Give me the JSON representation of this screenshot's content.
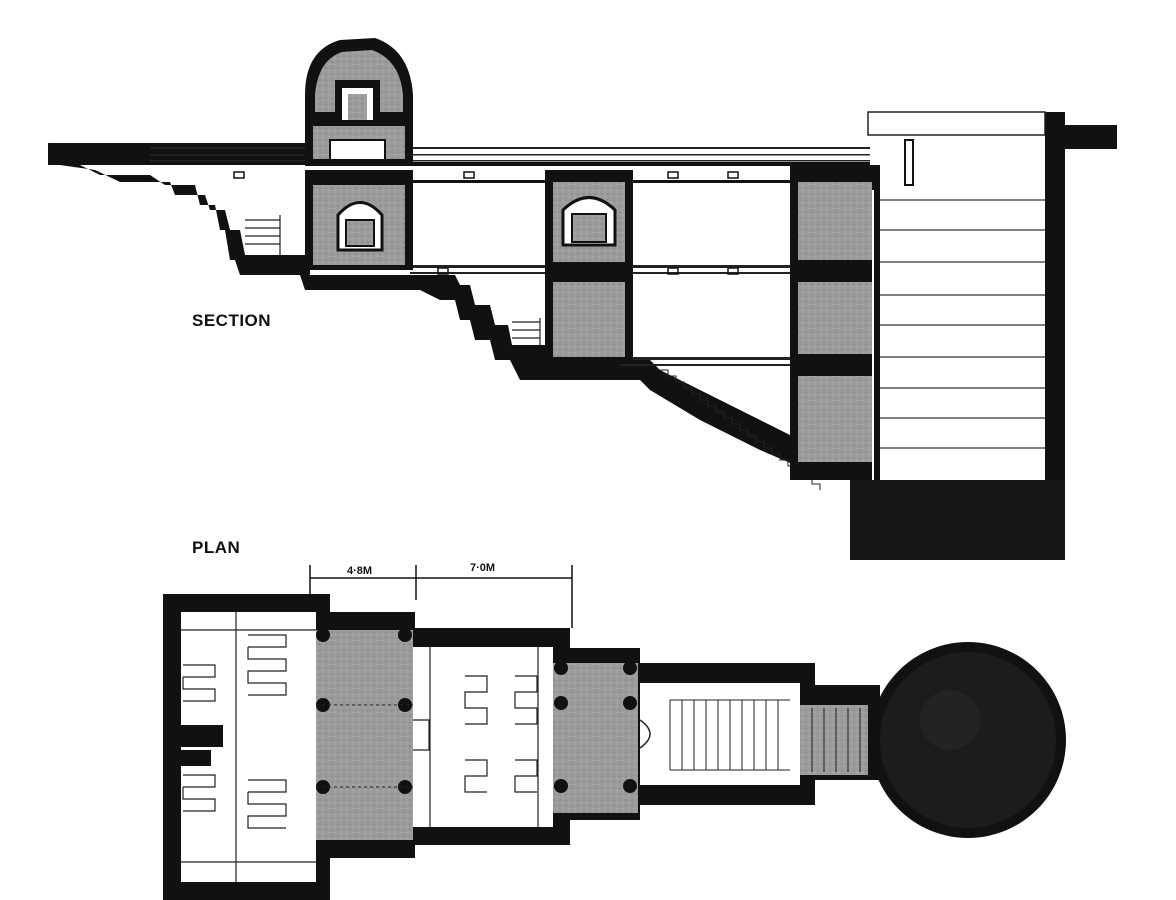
{
  "labels": {
    "section": "SECTION",
    "plan": "PLAN"
  },
  "dimensions": {
    "bay_1": "4·8M",
    "bay_2": "7·0M"
  },
  "colors": {
    "wall": "#111111",
    "stone": "#9a9a9a",
    "paper": "#ffffff",
    "line": "#222222"
  }
}
